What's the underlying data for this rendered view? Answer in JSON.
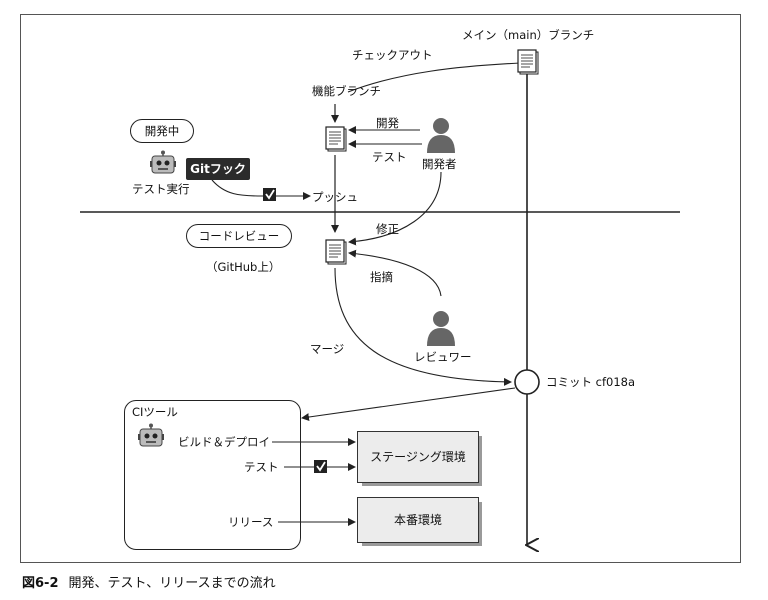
{
  "labels": {
    "main_branch": "メイン（main）ブランチ",
    "checkout": "チェックアウト",
    "feature_branch": "機能ブランチ",
    "dev": "開発",
    "test": "テスト",
    "developer": "開発者",
    "in_dev": "開発中",
    "git_hook": "Gitフック",
    "run_tests": "テスト実行",
    "push": "プッシュ",
    "fix": "修正",
    "code_review": "コードレビュー",
    "github": "（GitHub上）",
    "point_out": "指摘",
    "merge": "マージ",
    "reviewer": "レビュワー",
    "commit": "コミット cf018a",
    "ci_tool": "CIツール",
    "build_deploy": "ビルド＆デプロイ",
    "ci_test": "テスト",
    "release": "リリース",
    "staging": "ステージング環境",
    "production": "本番環境"
  },
  "caption": {
    "figure": "図6-2",
    "text": "開発、テスト、リリースまでの流れ"
  },
  "icons": [
    "document-icon",
    "person-icon",
    "robot-icon",
    "checkbox-icon"
  ]
}
